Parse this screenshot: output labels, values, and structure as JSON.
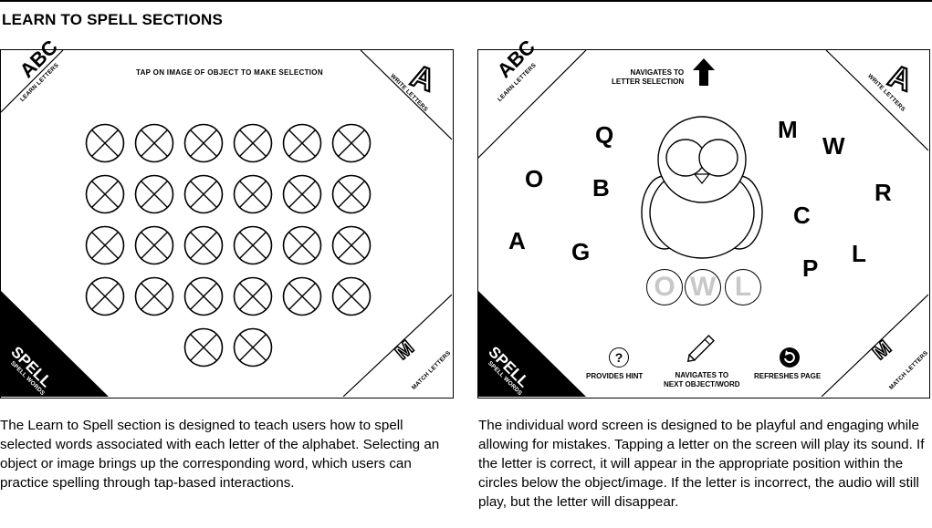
{
  "title": "LEARN TO SPELL SECTIONS",
  "corners": {
    "learn_big": "ABC",
    "learn_small": "LEARN LETTERS",
    "write_big": "A",
    "write_small": "WRITE LETTERS",
    "spell_big": "SPELL",
    "spell_small": "SPELL WORDS",
    "match_big": "M",
    "match_small": "MATCH LETTERS"
  },
  "left_panel": {
    "instruction": "TAP ON IMAGE OF OBJECT TO MAKE SELECTION",
    "grid": {
      "rows": 4,
      "cols": 6,
      "extra": 2
    }
  },
  "right_panel": {
    "nav_letters_label": [
      "NAVIGATES TO",
      "LETTER SELECTION"
    ],
    "letters": [
      "Q",
      "O",
      "B",
      "A",
      "G",
      "M",
      "W",
      "R",
      "C",
      "L",
      "P"
    ],
    "answer": [
      "O",
      "W",
      "L"
    ],
    "hint_label": "PROVIDES HINT",
    "next_label": [
      "NAVIGATES TO",
      "NEXT OBJECT/WORD"
    ],
    "refresh_label": "REFRESHES PAGE",
    "hint_glyph": "?"
  },
  "descriptions": {
    "left": "The Learn to Spell section is designed to teach users how to spell selected words associated with each letter of the alphabet. Selecting an object or image brings up the corresponding word, which users can practice spelling through tap-based interactions.",
    "right": "The individual word screen is designed to be playful and engaging while allowing for mistakes. Tapping a letter on the screen will play its sound. If the letter is correct, it will appear in the appropriate position within the circles below the object/image. If the letter is incorrect, the audio will still play, but the letter will disappear."
  },
  "icons": [
    "arrow-up-icon",
    "owl-icon",
    "question-icon",
    "pencil-icon",
    "refresh-icon",
    "x-circle-icon"
  ]
}
